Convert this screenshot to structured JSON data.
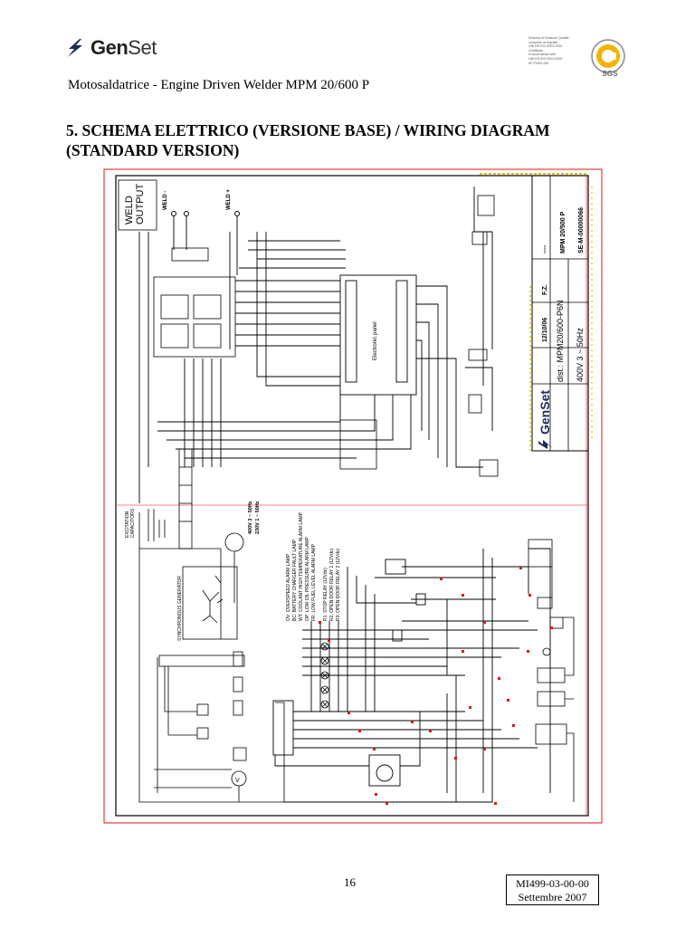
{
  "header": {
    "logo_text_bold": "Gen",
    "logo_text_rest": "Set",
    "certification_lines": [
      "Sistema di Gestione Qualità",
      "conforme ai requisiti",
      "UNI EN ISO 9001:2000",
      "Certificato",
      "in accordance with",
      "UNI EN ISO 9001:2000",
      "Nº IT05/0.435"
    ],
    "cert_badge_text": "SGS"
  },
  "document": {
    "title": "Motosaldatrice - Engine Driven Welder MPM 20/600 P",
    "section_title": "5. SCHEMA ELETTRICO (VERSIONE BASE) / WIRING DIAGRAM (STANDARD VERSION)"
  },
  "diagram": {
    "weld_output_title": "WELD\nOUTPUT",
    "weld_minus": "WELD -",
    "weld_plus": "WELD +",
    "excitation_capacitors": "EXCITATION\nCAPACITORS",
    "synchronous_generator": "SYNCHRONOUS GENERATOR",
    "electronic_panel": "Electronic panel",
    "supply_line_1": "400V 3 ~ 50Hz",
    "supply_line_2": "230V 1 ~ 50Hz",
    "lamp_legend": [
      "OV: OVERSPEED ALARM LAMP",
      "BC: BATTERY CHARGER FAULT LAMP",
      "WT: COOLANT HIGH TEMPERATURE ALARM LAMP",
      "OP: LOW OIL PRESSURE ALARM LAMP",
      "FR: LOW FUEL LEVEL ALARM LAMP",
      "R1: STOP RELAY (12Vdc)",
      "R2: OPEN DOOR RELAY 1 (12Vdc)",
      "R3: OPEN DOOR RELAY 2 (12Vdc)"
    ],
    "title_block": {
      "brand": "GenSet",
      "drawing_title": "dist.: MPM20/600-P6N",
      "supply": "400V 3 ~ 50Hz",
      "date": "12/10/06",
      "author": "F.Z.",
      "dashes": "----",
      "model": "MPM 20/500 P",
      "drawing_number": "SE-M-00000066"
    },
    "colors": {
      "frame": "#e0141c",
      "line": "#000000",
      "accent": "#d9c300"
    }
  },
  "footer": {
    "page_number": "16",
    "doc_code": "MI499-03-00-00",
    "doc_date": "Settembre 2007"
  }
}
